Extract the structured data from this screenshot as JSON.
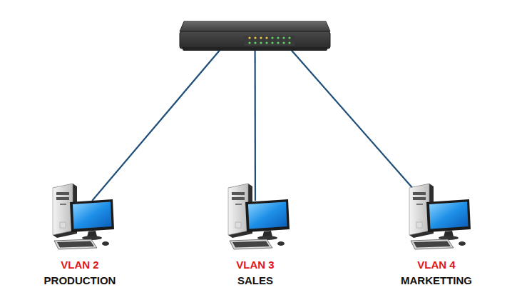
{
  "diagram": {
    "nodes": [
      {
        "text": []
      },
      {
        "text": [
          "VLAN 2",
          "PRODUCTION"
        ]
      },
      {
        "text": [
          "VLAN 3",
          "SALES"
        ]
      },
      {
        "text": [
          "VLAN 4",
          "MARKETTING"
        ]
      }
    ],
    "edges": [
      {
        "from": 0,
        "to": 1,
        "arrow": "none"
      },
      {
        "from": 0,
        "to": 2,
        "arrow": "none"
      },
      {
        "from": 0,
        "to": 3,
        "arrow": "none"
      }
    ]
  }
}
